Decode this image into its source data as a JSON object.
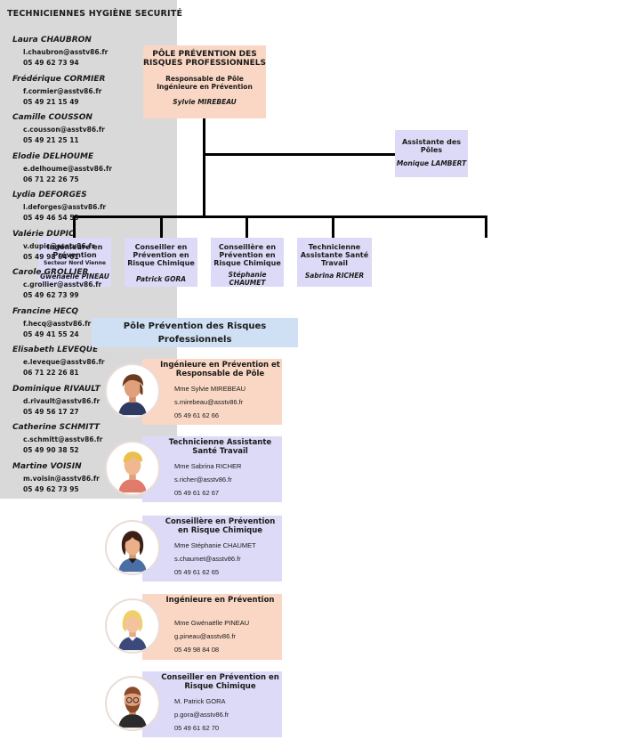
{
  "org": {
    "top": {
      "title": "PÔLE PRÉVENTION DES RISQUES PROFESSIONNELS",
      "subtitle1": "Responsable de Pôle",
      "subtitle2": "Ingénieure en Prévention",
      "name": "Sylvie MIREBEAU"
    },
    "assistant": {
      "title": "Assistante des Pôles",
      "name": "Monique LAMBERT"
    },
    "level2": [
      {
        "title": "Ingénieure en Prévention",
        "sub": "Secteur Nord Vienne",
        "name": "Gwénaëlle PINEAU"
      },
      {
        "title": "Conseiller en Prévention en Risque Chimique",
        "sub": "",
        "name": "Patrick GORA"
      },
      {
        "title": "Conseillère en Prévention en Risque Chimique",
        "sub": "",
        "name": "Stéphanie CHAUMET"
      },
      {
        "title": "Technicienne Assistante Santé Travail",
        "sub": "",
        "name": "Sabrina RICHER"
      }
    ]
  },
  "techniciennes": {
    "title": "TECHNICIENNES HYGIÈNE SECURITÉ",
    "items": [
      {
        "name": "Laura CHAUBRON",
        "email": "l.chaubron@asstv86.fr",
        "phone": "05 49 62 73 94"
      },
      {
        "name": "Frédérique CORMIER",
        "email": "f.cormier@asstv86.fr",
        "phone": "05 49 21 15 49"
      },
      {
        "name": "Camille COUSSON",
        "email": "c.cousson@asstv86.fr",
        "phone": "05 49 21 25 11"
      },
      {
        "name": "Elodie DELHOUME",
        "email": "e.delhoume@asstv86.fr",
        "phone": "06 71 22 26 75"
      },
      {
        "name": "Lydia DEFORGES",
        "email": "l.deforges@asstv86.fr",
        "phone": "05 49 46 54 53"
      },
      {
        "name": "Valérie DUPIC",
        "email": "v.dupic@asstv86.fr",
        "phone": "05 49 98 64 01"
      },
      {
        "name": "Carole GROLLIER",
        "email": "c.grollier@asstv86.fr",
        "phone": "05 49 62 73 99"
      },
      {
        "name": "Francine HECQ",
        "email": "f.hecq@asstv86.fr",
        "phone": "05 49 41 55 24"
      },
      {
        "name": "Elisabeth LEVEQUE",
        "email": "e.leveque@asstv86.fr",
        "phone": "06 71 22 26 81"
      },
      {
        "name": "Dominique RIVAULT",
        "email": "d.rivault@asstv86.fr",
        "phone": "05 49 56 17 27"
      },
      {
        "name": "Catherine SCHMITT",
        "email": "c.schmitt@asstv86.fr",
        "phone": "05 49 90 38 52"
      },
      {
        "name": "Martine VOISIN",
        "email": "m.voisin@asstv86.fr",
        "phone": "05 49 62 73 95"
      }
    ]
  },
  "list": {
    "header": "Pôle Prévention des Risques Professionnels",
    "cards": [
      {
        "title": "Ingénieure en Prévention et Responsable de Pôle",
        "name": "Mme Sylvie MIREBEAU",
        "email": "s.mirebeau@asstv86.fr",
        "phone": "05 49 61 62 66",
        "bg": "#f9d7c4"
      },
      {
        "title": "Technicienne Assistante Santé Travail",
        "name": "Mme Sabrina RICHER",
        "email": "s.richer@asstv86.fr",
        "phone": "05 49 61 62 67",
        "bg": "#dcdaf6"
      },
      {
        "title": "Conseillère en Prévention en Risque Chimique",
        "name": "Mme Stéphanie CHAUMET",
        "email": "s.chaumet@asstv86.fr",
        "phone": "05 49 61 62 65",
        "bg": "#dcdaf6"
      },
      {
        "title": "Ingénieure en Prévention",
        "name": "Mme Gwénaëlle PINEAU",
        "email": "g.pineau@asstv86.fr",
        "phone": "05 49 98 84 08",
        "bg": "#f9d7c4"
      },
      {
        "title": "Conseiller en Prévention en Risque Chimique",
        "name": "M. Patrick GORA",
        "email": "p.gora@asstv86.fr",
        "phone": "05 49 61 62 70",
        "bg": "#dcdaf6"
      }
    ]
  },
  "colors": {
    "peach": "#f9d7c4",
    "lavender": "#dcdaf6",
    "gray": "#d9d9d9",
    "blue": "#cfe0f4"
  }
}
